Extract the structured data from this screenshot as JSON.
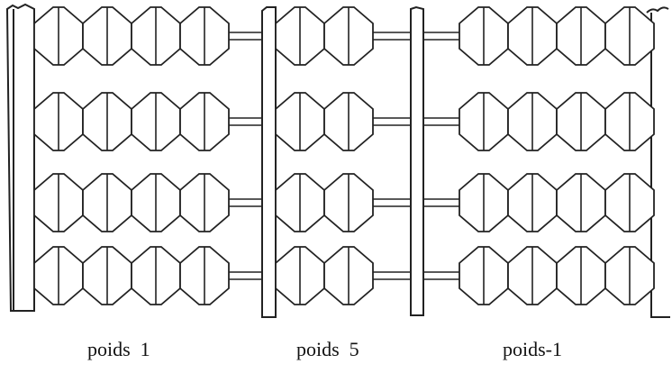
{
  "labels": {
    "left": "poids  1",
    "middle": "poids  5",
    "right": "poids-1"
  },
  "rows": 4,
  "bead_groups": [
    {
      "section": "left",
      "beads_per_row": 4
    },
    {
      "section": "middle",
      "beads_per_row": 2
    },
    {
      "section": "right",
      "beads_per_row": 4
    }
  ],
  "colors": {
    "stroke": "#222222",
    "background": "#ffffff"
  }
}
